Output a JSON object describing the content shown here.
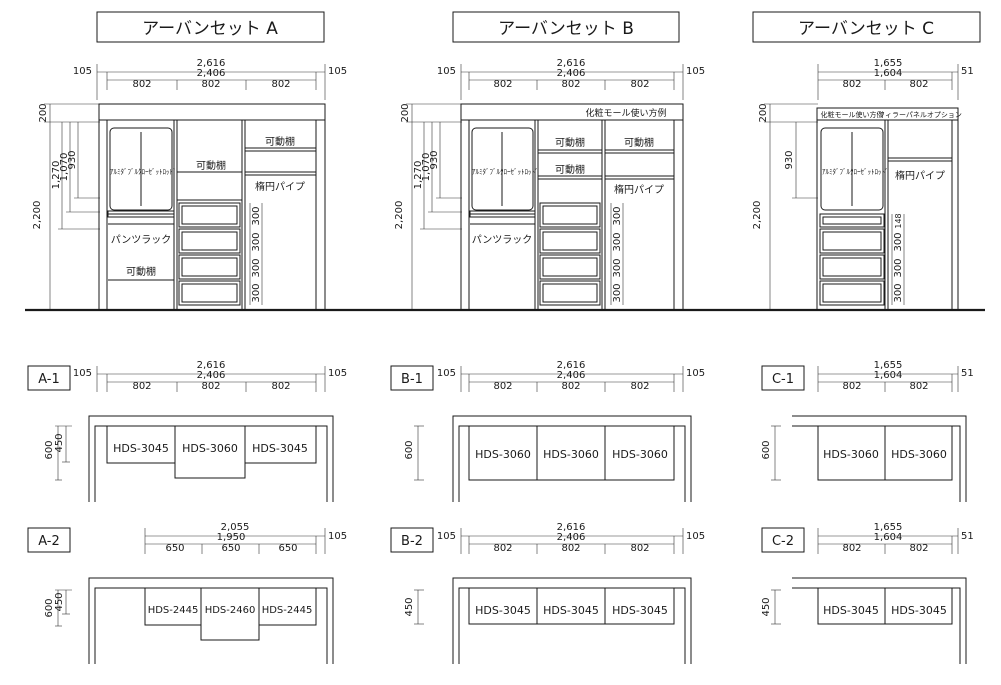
{
  "titles": [
    "アーバンセット A",
    "アーバンセット B",
    "アーバンセット C"
  ],
  "elevations": [
    {
      "dims": {
        "total": "2,616",
        "inner": "2,406",
        "side_left": "105",
        "side_right": "105",
        "segments": [
          "802",
          "802",
          "802"
        ]
      },
      "vdims": {
        "top": "200",
        "h1": "1,270",
        "h2": "1,070",
        "h3": "930",
        "total": "2,200"
      },
      "labels": {
        "col1_top": "ｱﾙﾐﾀﾞﾌﾞﾙｸﾛｰｾﾞｯﾄﾛｯﾄﾞ",
        "col1_mid": "パンツラック",
        "col1_bot": "可動棚",
        "col2_top": "可動棚",
        "col3_top": "可動棚",
        "col3_pipe": "楕円パイプ"
      },
      "drawer_heights": [
        "300",
        "300",
        "300",
        "300"
      ]
    },
    {
      "dims": {
        "total": "2,616",
        "inner": "2,406",
        "side_left": "105",
        "side_right": "105",
        "segments": [
          "802",
          "802",
          "802"
        ]
      },
      "vdims": {
        "top": "200",
        "h1": "1,270",
        "h2": "1,070",
        "h3": "930",
        "total": "2,200"
      },
      "labels": {
        "moulding": "化粧モール使い方例",
        "col1_top": "ｱﾙﾐﾀﾞﾌﾞﾙｸﾛｰｾﾞｯﾄﾛｯﾄﾞ",
        "col1_mid": "パンツラック",
        "col2_a": "可動棚",
        "col2_b": "可動棚",
        "col3_top": "可動棚",
        "col3_pipe": "楕円パイプ"
      },
      "drawer_heights": [
        "300",
        "300",
        "300",
        "300"
      ]
    },
    {
      "dims": {
        "total": "1,655",
        "inner": "1,604",
        "side_right": "51",
        "segments": [
          "802",
          "802"
        ]
      },
      "vdims": {
        "top": "200",
        "h3": "930",
        "total": "2,200"
      },
      "labels": {
        "moulding": "化粧モール使い方例",
        "filler": "フィラーパネルオプション",
        "col1_top": "ｱﾙﾐﾀﾞﾌﾞﾙｸﾛｰｾﾞｯﾄﾛｯﾄﾞ",
        "col2_pipe": "楕円パイプ"
      },
      "drawer_heights": [
        "148",
        "300",
        "300",
        "300"
      ]
    }
  ],
  "plans": [
    {
      "id": "A-1",
      "dims": {
        "total": "2,616",
        "inner": "2,406",
        "side_left": "105",
        "side_right": "105",
        "segments": [
          "802",
          "802",
          "802"
        ]
      },
      "depths": [
        "600",
        "450"
      ],
      "units": [
        "HDS-3045",
        "HDS-3060",
        "HDS-3045"
      ]
    },
    {
      "id": "B-1",
      "dims": {
        "total": "2,616",
        "inner": "2,406",
        "side_left": "105",
        "side_right": "105",
        "segments": [
          "802",
          "802",
          "802"
        ]
      },
      "depths": [
        "600"
      ],
      "units": [
        "HDS-3060",
        "HDS-3060",
        "HDS-3060"
      ]
    },
    {
      "id": "C-1",
      "dims": {
        "total": "1,655",
        "inner": "1,604",
        "side_right": "51",
        "segments": [
          "802",
          "802"
        ]
      },
      "depths": [
        "600"
      ],
      "units": [
        "HDS-3060",
        "HDS-3060"
      ]
    },
    {
      "id": "A-2",
      "dims": {
        "total": "2,055",
        "inner": "1,950",
        "side_right": "105",
        "segments": [
          "650",
          "650",
          "650"
        ]
      },
      "depths": [
        "600",
        "450"
      ],
      "units": [
        "HDS-2445",
        "HDS-2460",
        "HDS-2445"
      ]
    },
    {
      "id": "B-2",
      "dims": {
        "total": "2,616",
        "inner": "2,406",
        "side_left": "105",
        "side_right": "105",
        "segments": [
          "802",
          "802",
          "802"
        ]
      },
      "depths": [
        "450"
      ],
      "units": [
        "HDS-3045",
        "HDS-3045",
        "HDS-3045"
      ]
    },
    {
      "id": "C-2",
      "dims": {
        "total": "1,655",
        "inner": "1,604",
        "side_right": "51",
        "segments": [
          "802",
          "802"
        ]
      },
      "depths": [
        "450"
      ],
      "units": [
        "HDS-3045",
        "HDS-3045"
      ]
    }
  ]
}
